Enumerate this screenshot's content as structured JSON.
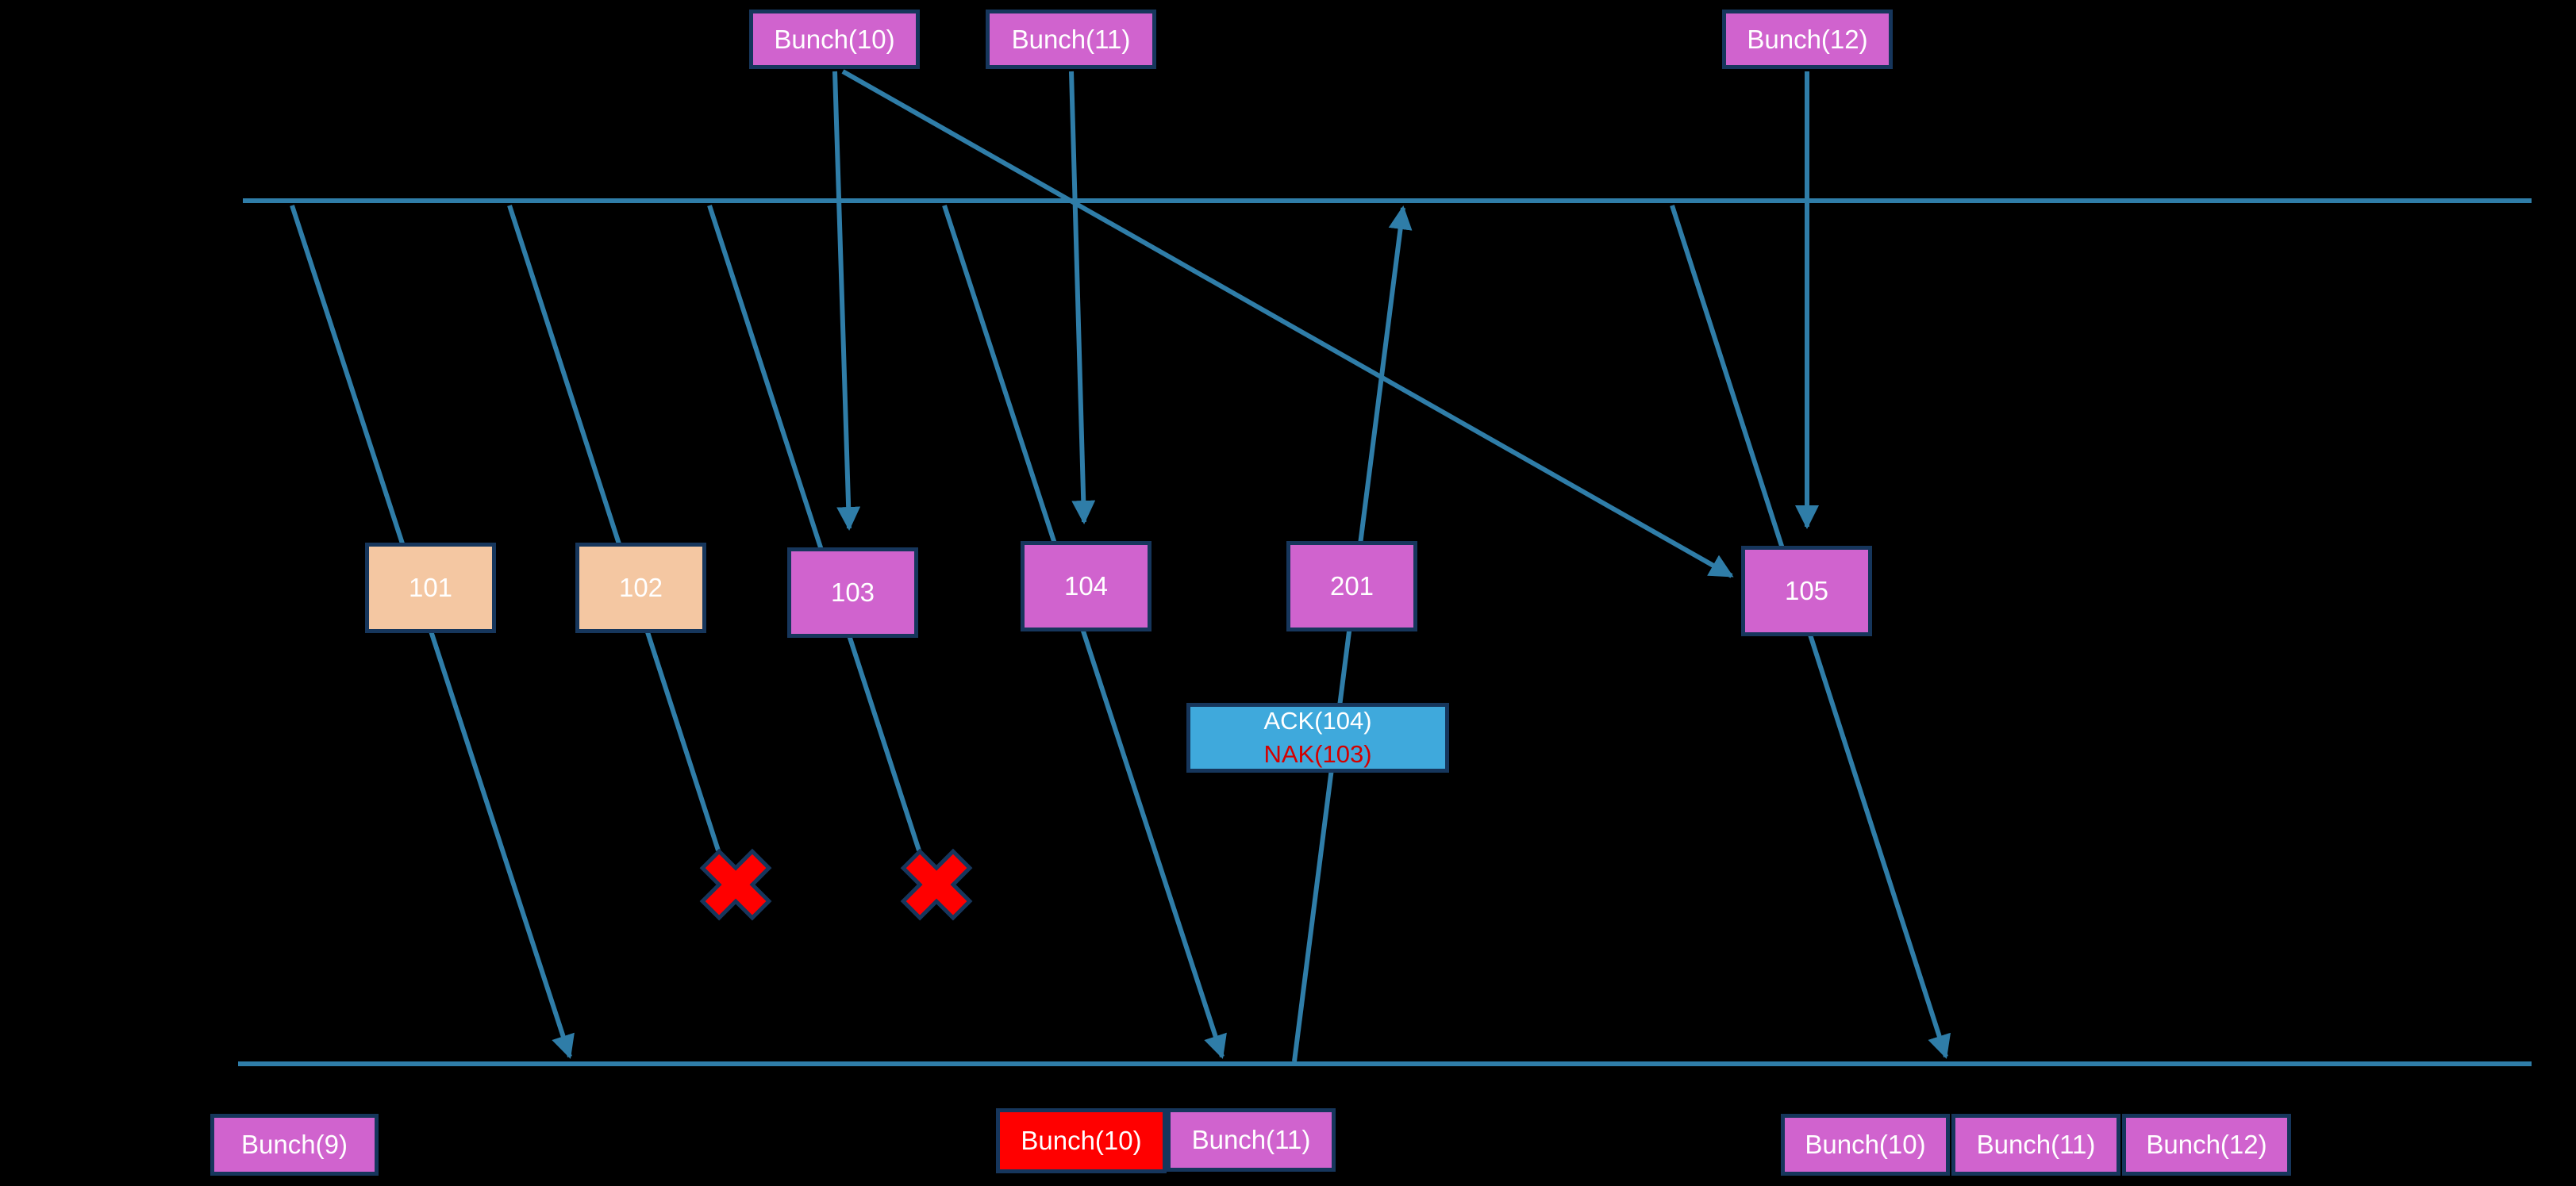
{
  "colors": {
    "background": "#000000",
    "line": "#2f7da8",
    "box_magenta": "#d063ce",
    "box_peach": "#f4c7a2",
    "box_blue": "#3fa9dc",
    "box_red": "#ff0000",
    "box_border": "#16365c",
    "text_white": "#ffffff",
    "nak_text": "#d40000",
    "x_mark": "#ff0000"
  },
  "sender_bunches": [
    {
      "label": "Bunch(10)"
    },
    {
      "label": "Bunch(11)"
    },
    {
      "label": "Bunch(12)"
    }
  ],
  "packets": [
    {
      "label": "101",
      "style": "peach"
    },
    {
      "label": "102",
      "style": "peach"
    },
    {
      "label": "103",
      "style": "magenta"
    },
    {
      "label": "104",
      "style": "magenta"
    },
    {
      "label": "201",
      "style": "magenta"
    },
    {
      "label": "105",
      "style": "magenta"
    }
  ],
  "ack_box": {
    "line1": "ACK(104)",
    "line2": "NAK(103)"
  },
  "receiver_bunches_left": [
    {
      "label": "Bunch(9)"
    }
  ],
  "receiver_bunches_middle": [
    {
      "label": "Bunch(10)",
      "style": "red"
    },
    {
      "label": "Bunch(11)",
      "style": "magenta"
    }
  ],
  "receiver_bunches_right": [
    {
      "label": "Bunch(10)"
    },
    {
      "label": "Bunch(11)"
    },
    {
      "label": "Bunch(12)"
    }
  ],
  "icons": {
    "lost_x": "✖"
  }
}
